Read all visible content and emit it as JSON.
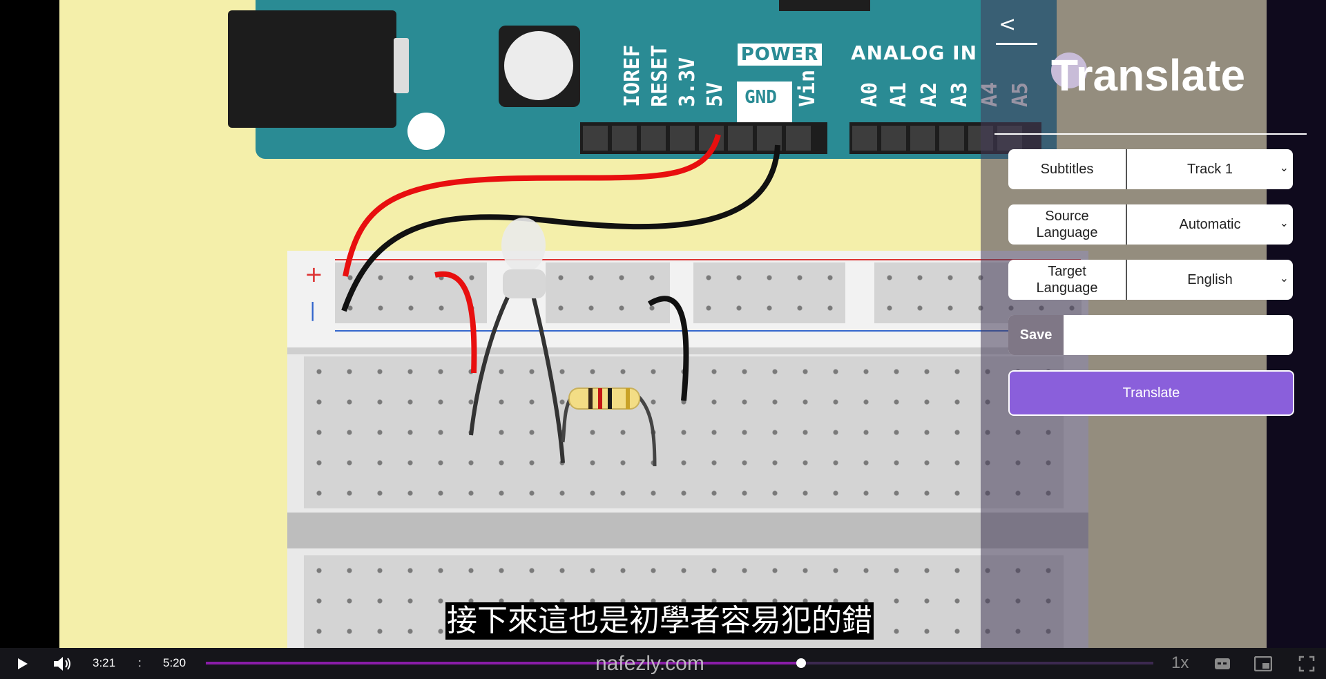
{
  "video": {
    "pin_labels_power": [
      "IOREF",
      "RESET",
      "3.3V",
      "5V",
      "GND",
      "Vin"
    ],
    "pin_labels_analog": [
      "A0",
      "A1",
      "A2",
      "A3",
      "A4",
      "A5"
    ],
    "power_label": "POWER",
    "analog_label": "ANALOG IN",
    "rail_plus": "+",
    "rail_minus": "|",
    "subtitle": "接下來這也是初學者容易犯的錯"
  },
  "panel": {
    "close_label": "<",
    "title": "Translate",
    "subtitles_label": "Subtitles",
    "subtitles_value": "Track 1",
    "source_label_line1": "Source",
    "source_label_line2": "Language",
    "source_value": "Automatic",
    "target_label_line1": "Target",
    "target_label_line2": "Language",
    "target_value": "English",
    "save_label": "Save",
    "save_input_value": "",
    "translate_label": "Translate"
  },
  "controls": {
    "current_time": "3:21",
    "separator": ":",
    "duration": "5:20",
    "progress_fraction": 0.628,
    "speed": "1x",
    "watermark": "nafezly.com"
  },
  "colors": {
    "accent": "#8a5fdb",
    "progress": "#8a1da8",
    "board": "#2a8b94"
  }
}
